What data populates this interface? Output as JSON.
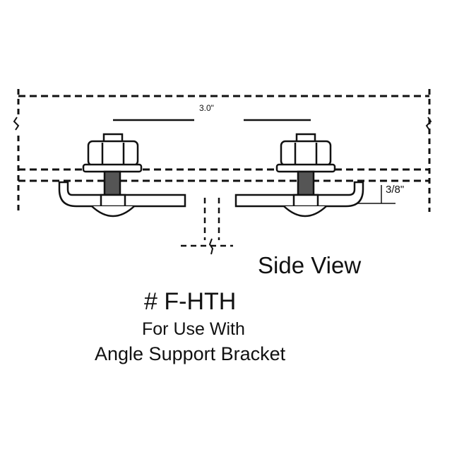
{
  "diagram": {
    "view_label": "Side View",
    "part_number": "# F-HTH",
    "description_line1": "For Use With",
    "description_line2": "Angle Support Bracket",
    "dimensions": {
      "top_spacing": "3.0\"",
      "side_height": "3/8\""
    },
    "colors": {
      "line": "#111111",
      "background": "#ffffff"
    },
    "components": [
      {
        "name": "left-bolt-assembly",
        "type": "hex nut and threaded bolt with clip"
      },
      {
        "name": "right-bolt-assembly",
        "type": "hex nut and threaded bolt with clip"
      },
      {
        "name": "channel-outline",
        "type": "dashed rail profile"
      },
      {
        "name": "center-support",
        "type": "dashed angle bracket"
      }
    ]
  }
}
